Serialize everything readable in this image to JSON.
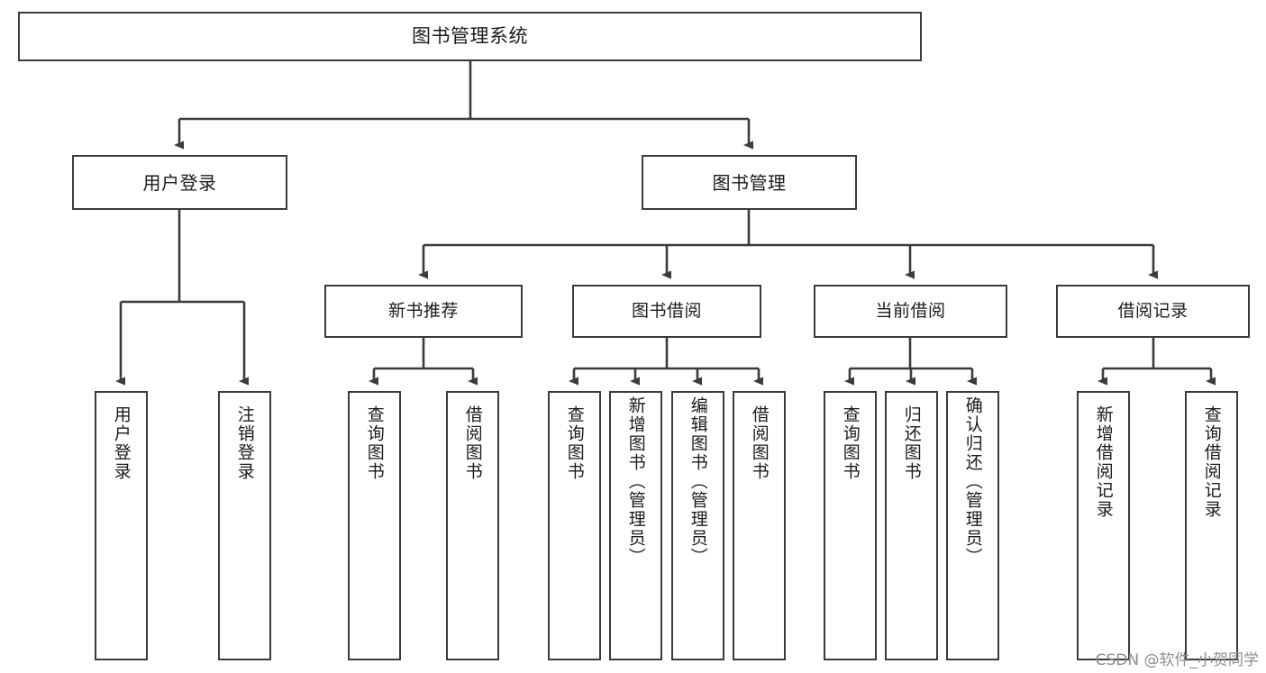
{
  "diagram": {
    "title": "图书管理系统",
    "type": "tree-hierarchy",
    "watermark": "CSDN @软件_小贺同学",
    "stroke_color": "#3b3b3b",
    "text_color": "#1b1b1b",
    "background_color": "#ffffff",
    "nodes": {
      "root": {
        "label": "图书管理系统"
      },
      "level1": [
        {
          "id": "user-login",
          "label": "用户登录"
        },
        {
          "id": "book-management",
          "label": "图书管理"
        }
      ],
      "level2": [
        {
          "id": "new-book-recommend",
          "label": "新书推荐"
        },
        {
          "id": "book-borrow",
          "label": "图书借阅"
        },
        {
          "id": "current-borrow",
          "label": "当前借阅"
        },
        {
          "id": "borrow-record",
          "label": "借阅记录"
        }
      ],
      "leaves": {
        "user-login": [
          {
            "id": "leaf-user-login",
            "label": "用户登录"
          },
          {
            "id": "leaf-logout-login",
            "label": "注销登录"
          }
        ],
        "new-book-recommend": [
          {
            "id": "leaf-query-book-1",
            "label": "查询图书"
          },
          {
            "id": "leaf-borrow-book-1",
            "label": "借阅图书"
          }
        ],
        "book-borrow": [
          {
            "id": "leaf-query-book-2",
            "label": "查询图书"
          },
          {
            "id": "leaf-add-book",
            "label": "新增图书（管理员）"
          },
          {
            "id": "leaf-edit-book",
            "label": "编辑图书（管理员）"
          },
          {
            "id": "leaf-borrow-book-2",
            "label": "借阅图书"
          }
        ],
        "current-borrow": [
          {
            "id": "leaf-query-book-3",
            "label": "查询图书"
          },
          {
            "id": "leaf-return-book",
            "label": "归还图书"
          },
          {
            "id": "leaf-confirm-return",
            "label": "确认归还（管理员）"
          }
        ],
        "borrow-record": [
          {
            "id": "leaf-add-record",
            "label": "新增借阅记录"
          },
          {
            "id": "leaf-query-record",
            "label": "查询借阅记录"
          }
        ]
      }
    }
  }
}
